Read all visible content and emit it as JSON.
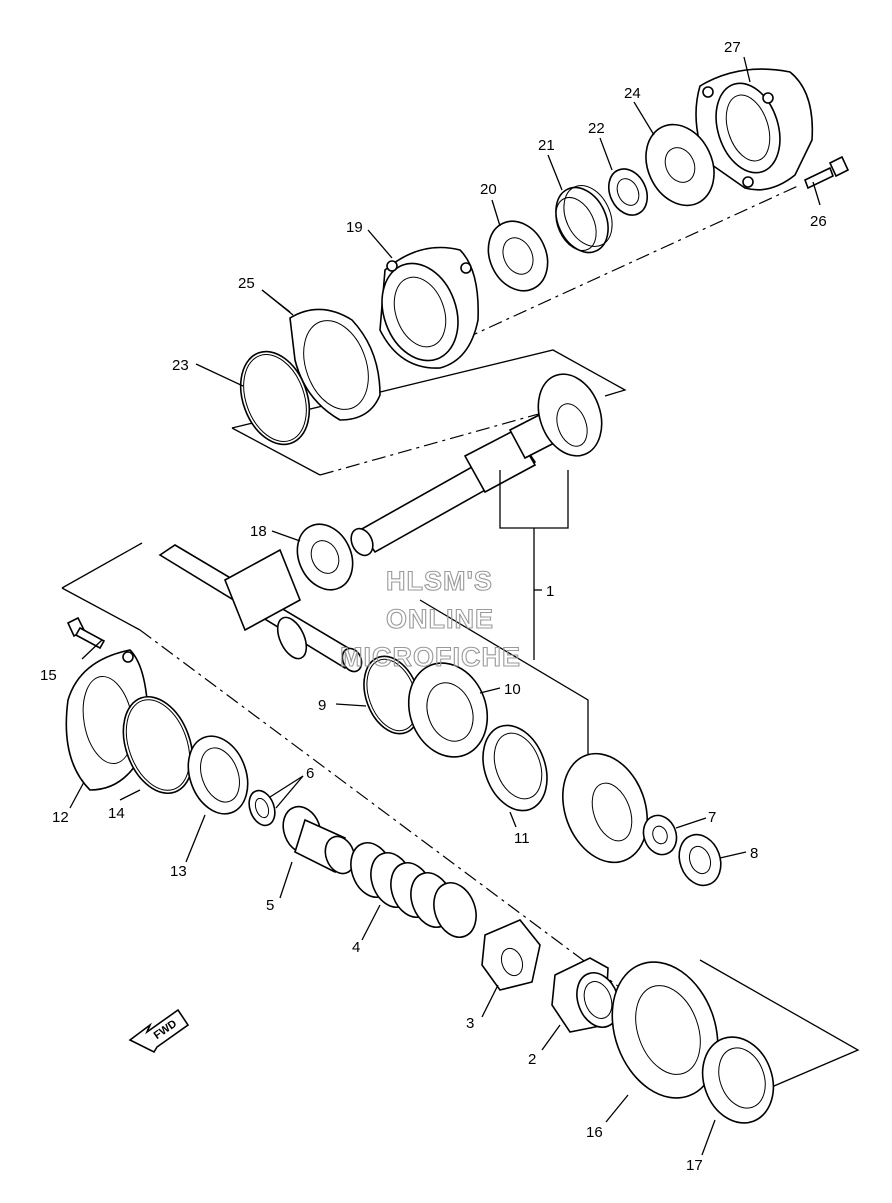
{
  "watermark": {
    "line1": "HLSM'S",
    "line2": "ONLINE",
    "line3": "MICROFICHE"
  },
  "fwd_label": "FWD",
  "callouts": {
    "p1": "1",
    "p2": "2",
    "p3": "3",
    "p4": "4",
    "p5": "5",
    "p6": "6",
    "p7": "7",
    "p8": "8",
    "p9": "9",
    "p10": "10",
    "p11": "11",
    "p12": "12",
    "p13": "13",
    "p14": "14",
    "p15": "15",
    "p16": "16",
    "p17": "17",
    "p18": "18",
    "p19": "19",
    "p20": "20",
    "p21": "21",
    "p22": "22",
    "p23": "23",
    "p24": "24",
    "p25": "25",
    "p26": "26",
    "p27": "27"
  }
}
